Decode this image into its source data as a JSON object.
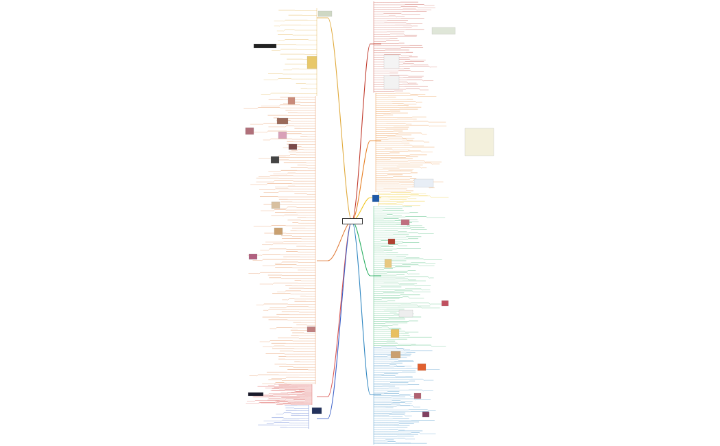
{
  "root": {
    "title_line1": "",
    "title_line2": ""
  },
  "branches": [
    {
      "id": "left-1",
      "side": "left",
      "color": "#e0a93a",
      "label": "",
      "sub_count": 18
    },
    {
      "id": "left-2",
      "side": "left",
      "color": "#e07b39",
      "label": "",
      "sub_count": 110
    },
    {
      "id": "left-3",
      "side": "left",
      "color": "#d9534f",
      "label": "",
      "sub_count": 28
    },
    {
      "id": "left-4",
      "side": "left",
      "color": "#3a5fc8",
      "label": "",
      "sub_count": 10
    },
    {
      "id": "right-1",
      "side": "right",
      "color": "#c0392b",
      "label": "",
      "sub_count": 40
    },
    {
      "id": "right-2",
      "side": "right",
      "color": "#e67e22",
      "label": "",
      "sub_count": 50
    },
    {
      "id": "right-3",
      "side": "right",
      "color": "#f0c419",
      "label": "",
      "sub_count": 8
    },
    {
      "id": "right-4",
      "side": "right",
      "color": "#27ae60",
      "label": "",
      "sub_count": 70
    },
    {
      "id": "right-5",
      "side": "right",
      "color": "#2e86c1",
      "label": "",
      "sub_count": 55
    }
  ]
}
